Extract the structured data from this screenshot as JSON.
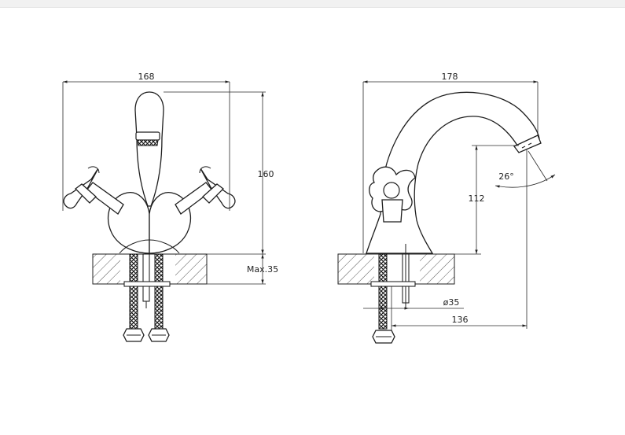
{
  "front_view": {
    "dims": {
      "width": "168",
      "height": "160",
      "max_thickness": "Max.35"
    }
  },
  "side_view": {
    "dims": {
      "width": "178",
      "spout_height": "112",
      "angle": "26°",
      "hole_diameter": "ø35",
      "reach": "136"
    }
  }
}
